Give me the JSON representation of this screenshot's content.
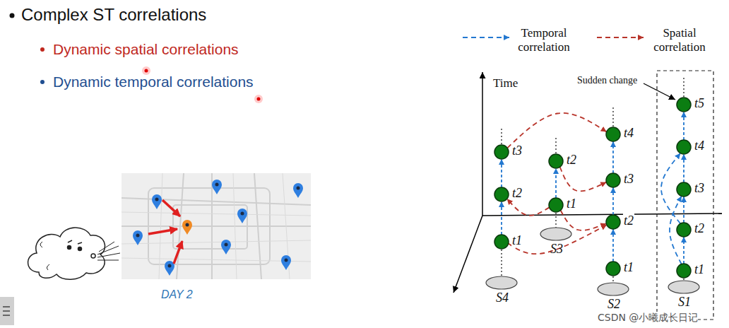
{
  "diagram": {
    "title": "Complex ST correlations",
    "nodes": [
      {
        "text": [
          "S4"
        ]
      },
      {
        "text": [
          "t1"
        ]
      },
      {
        "text": [
          "t2"
        ]
      },
      {
        "text": [
          "t3"
        ]
      },
      {
        "text": [
          "S3"
        ]
      },
      {
        "text": [
          "t1"
        ]
      },
      {
        "text": [
          "t2"
        ]
      },
      {
        "text": [
          "S2"
        ]
      },
      {
        "text": [
          "t1"
        ]
      },
      {
        "text": [
          "t2"
        ]
      },
      {
        "text": [
          "t3"
        ]
      },
      {
        "text": [
          "t4"
        ]
      },
      {
        "text": [
          "S1"
        ]
      },
      {
        "text": [
          "t1"
        ]
      },
      {
        "text": [
          "t2"
        ]
      },
      {
        "text": [
          "t3"
        ]
      },
      {
        "text": [
          "t4"
        ]
      },
      {
        "text": [
          "t5"
        ]
      }
    ],
    "edges": [
      {
        "from": 1,
        "to": 2,
        "arrow": "to"
      },
      {
        "from": 2,
        "to": 3,
        "arrow": "to"
      },
      {
        "from": 5,
        "to": 6,
        "arrow": "to"
      },
      {
        "from": 8,
        "to": 9,
        "arrow": "to"
      },
      {
        "from": 9,
        "to": 10,
        "arrow": "to"
      },
      {
        "from": 10,
        "to": 11,
        "arrow": "to"
      },
      {
        "from": 13,
        "to": 14,
        "arrow": "to"
      },
      {
        "from": 14,
        "to": 15,
        "arrow": "to"
      },
      {
        "from": 15,
        "to": 16,
        "arrow": "to"
      },
      {
        "from": 16,
        "to": 17,
        "arrow": "to"
      },
      {
        "from": 13,
        "to": 15,
        "arrow": "to"
      },
      {
        "from": 14,
        "to": 16,
        "arrow": "to"
      },
      {
        "from": 3,
        "to": 11,
        "arrow": "to"
      },
      {
        "from": 6,
        "to": 10,
        "arrow": "to"
      },
      {
        "from": 5,
        "to": 2,
        "arrow": "to"
      },
      {
        "from": 5,
        "to": 9,
        "arrow": "to"
      },
      {
        "from": 1,
        "to": 9,
        "arrow": "to"
      }
    ],
    "labels": [
      "Dynamic spatial correlations",
      "Dynamic temporal correlations",
      "DAY 2",
      "Time",
      "Sudden change",
      "CSDN @小曦成长日记"
    ],
    "legend": [
      {
        "text": "Temporal correlation"
      },
      {
        "text": "Spatial correlation"
      }
    ]
  }
}
